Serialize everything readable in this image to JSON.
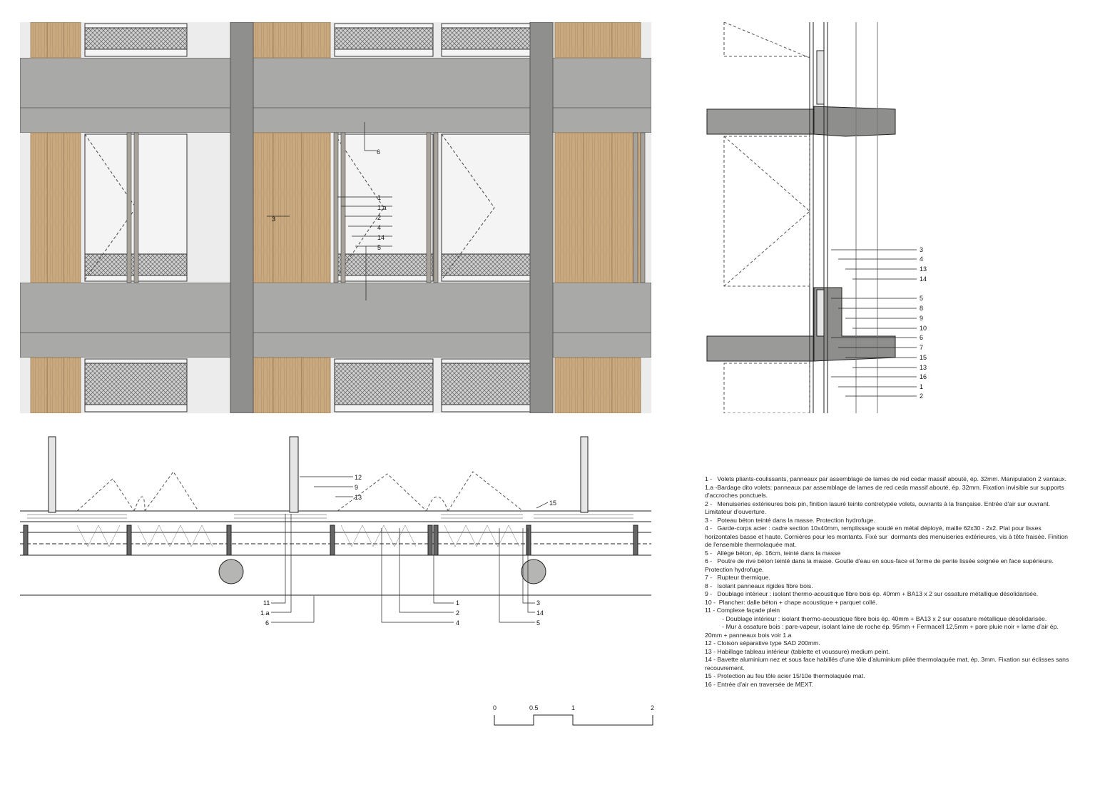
{
  "elevation_labels": [
    {
      "id": "6",
      "text": "6"
    },
    {
      "id": "3",
      "text": "3"
    },
    {
      "id": "1",
      "text": "1"
    },
    {
      "id": "1a",
      "text": "1.a"
    },
    {
      "id": "2",
      "text": "2"
    },
    {
      "id": "4",
      "text": "4"
    },
    {
      "id": "14",
      "text": "14"
    },
    {
      "id": "5",
      "text": "5"
    }
  ],
  "section_labels": [
    "3",
    "4",
    "13",
    "14",
    "5",
    "8",
    "9",
    "10",
    "6",
    "7",
    "15",
    "13",
    "16",
    "1",
    "2"
  ],
  "plan_labels": {
    "top": [
      "12",
      "9",
      "13",
      "15"
    ],
    "bottom_left": [
      "11",
      "1.a",
      "6"
    ],
    "bottom_mid": [
      "1",
      "2",
      "4"
    ],
    "bottom_right": [
      "3",
      "14",
      "5"
    ]
  },
  "legend": [
    "1 -   Volets pliants-coulissants, panneaux par assemblage de lames de red cedar massif abouté, ép. 32mm. Manipulation 2 vantaux.",
    "1.a -Bardage dito volets: panneaux par assemblage de lames de red ceda massif abouté, ép. 32mm. Fixation invisible sur supports d'accroches ponctuels.",
    "2 -   Menuiseries extérieures bois pin, finition lasuré teinte contretypée volets, ouvrants à la française. Entrée d'air sur ouvrant. Limitateur d'ouverture.",
    "3 -   Poteau béton teinté dans la masse. Protection hydrofuge.",
    "4 -   Garde-corps acier : cadre section 10x40mm, remplissage soudé en métal déployé, maille 62x30 - 2x2. Plat pour lisses horizontales basse et haute. Cornières pour les montants. Fixé sur  dormants des menuiseries extérieures, vis à tête fraisée. Finition de l'ensemble thermolaquée mat.",
    "5 -   Allège béton, ép. 16cm, teinté dans la masse",
    "6 -   Poutre de rive béton teinté dans la masse. Goutte d'eau en sous-face et forme de pente lissée soignée en face supérieure. Protection hydrofuge.",
    "7 -   Rupteur thermique.",
    "8 -   Isolant panneaux rigides fibre bois.",
    "9 -   Doublage intérieur : isolant thermo-acoustique fibre bois ép. 40mm + BA13 x 2 sur ossature métallique désolidarisée.",
    "10 -  Plancher: dalle béton + chape acoustique + parquet collé.",
    "11 - Complexe façade plein",
    "          - Doublage intérieur : isolant thermo-acoustique fibre bois ép. 40mm + BA13 x 2 sur ossature métallique désolidarisée.",
    "          - Mur à ossature bois : pare-vapeur, isolant laine de roche ép. 95mm + Fermacell 12,5mm + pare pluie noir + lame d'air ép. 20mm + panneaux bois voir 1.a",
    "12 - Cloison séparative type SAD 200mm.",
    "13 - Habillage tableau intérieur (tablette et voussure) medium peint.",
    "14 - Bavette aluminium nez et sous face habillés d'une tôle d'aluminium pliée thermolaquée mat, ép. 3mm. Fixation sur éclisses sans recouvrement.",
    "15 - Protection au feu tôle acier 15/10e thermolaquée mat.",
    "16 - Entrée d'air en traversée de MEXT."
  ],
  "scale": {
    "ticks": [
      "0",
      "0.5",
      "1",
      "2"
    ]
  },
  "colors": {
    "concrete": "#a9a9a7",
    "concrete_dark": "#8f8f8d",
    "wood": "#c8a880",
    "wood_dark": "#9a7c58",
    "glass": "#d2d2d2",
    "line": "#222222"
  }
}
